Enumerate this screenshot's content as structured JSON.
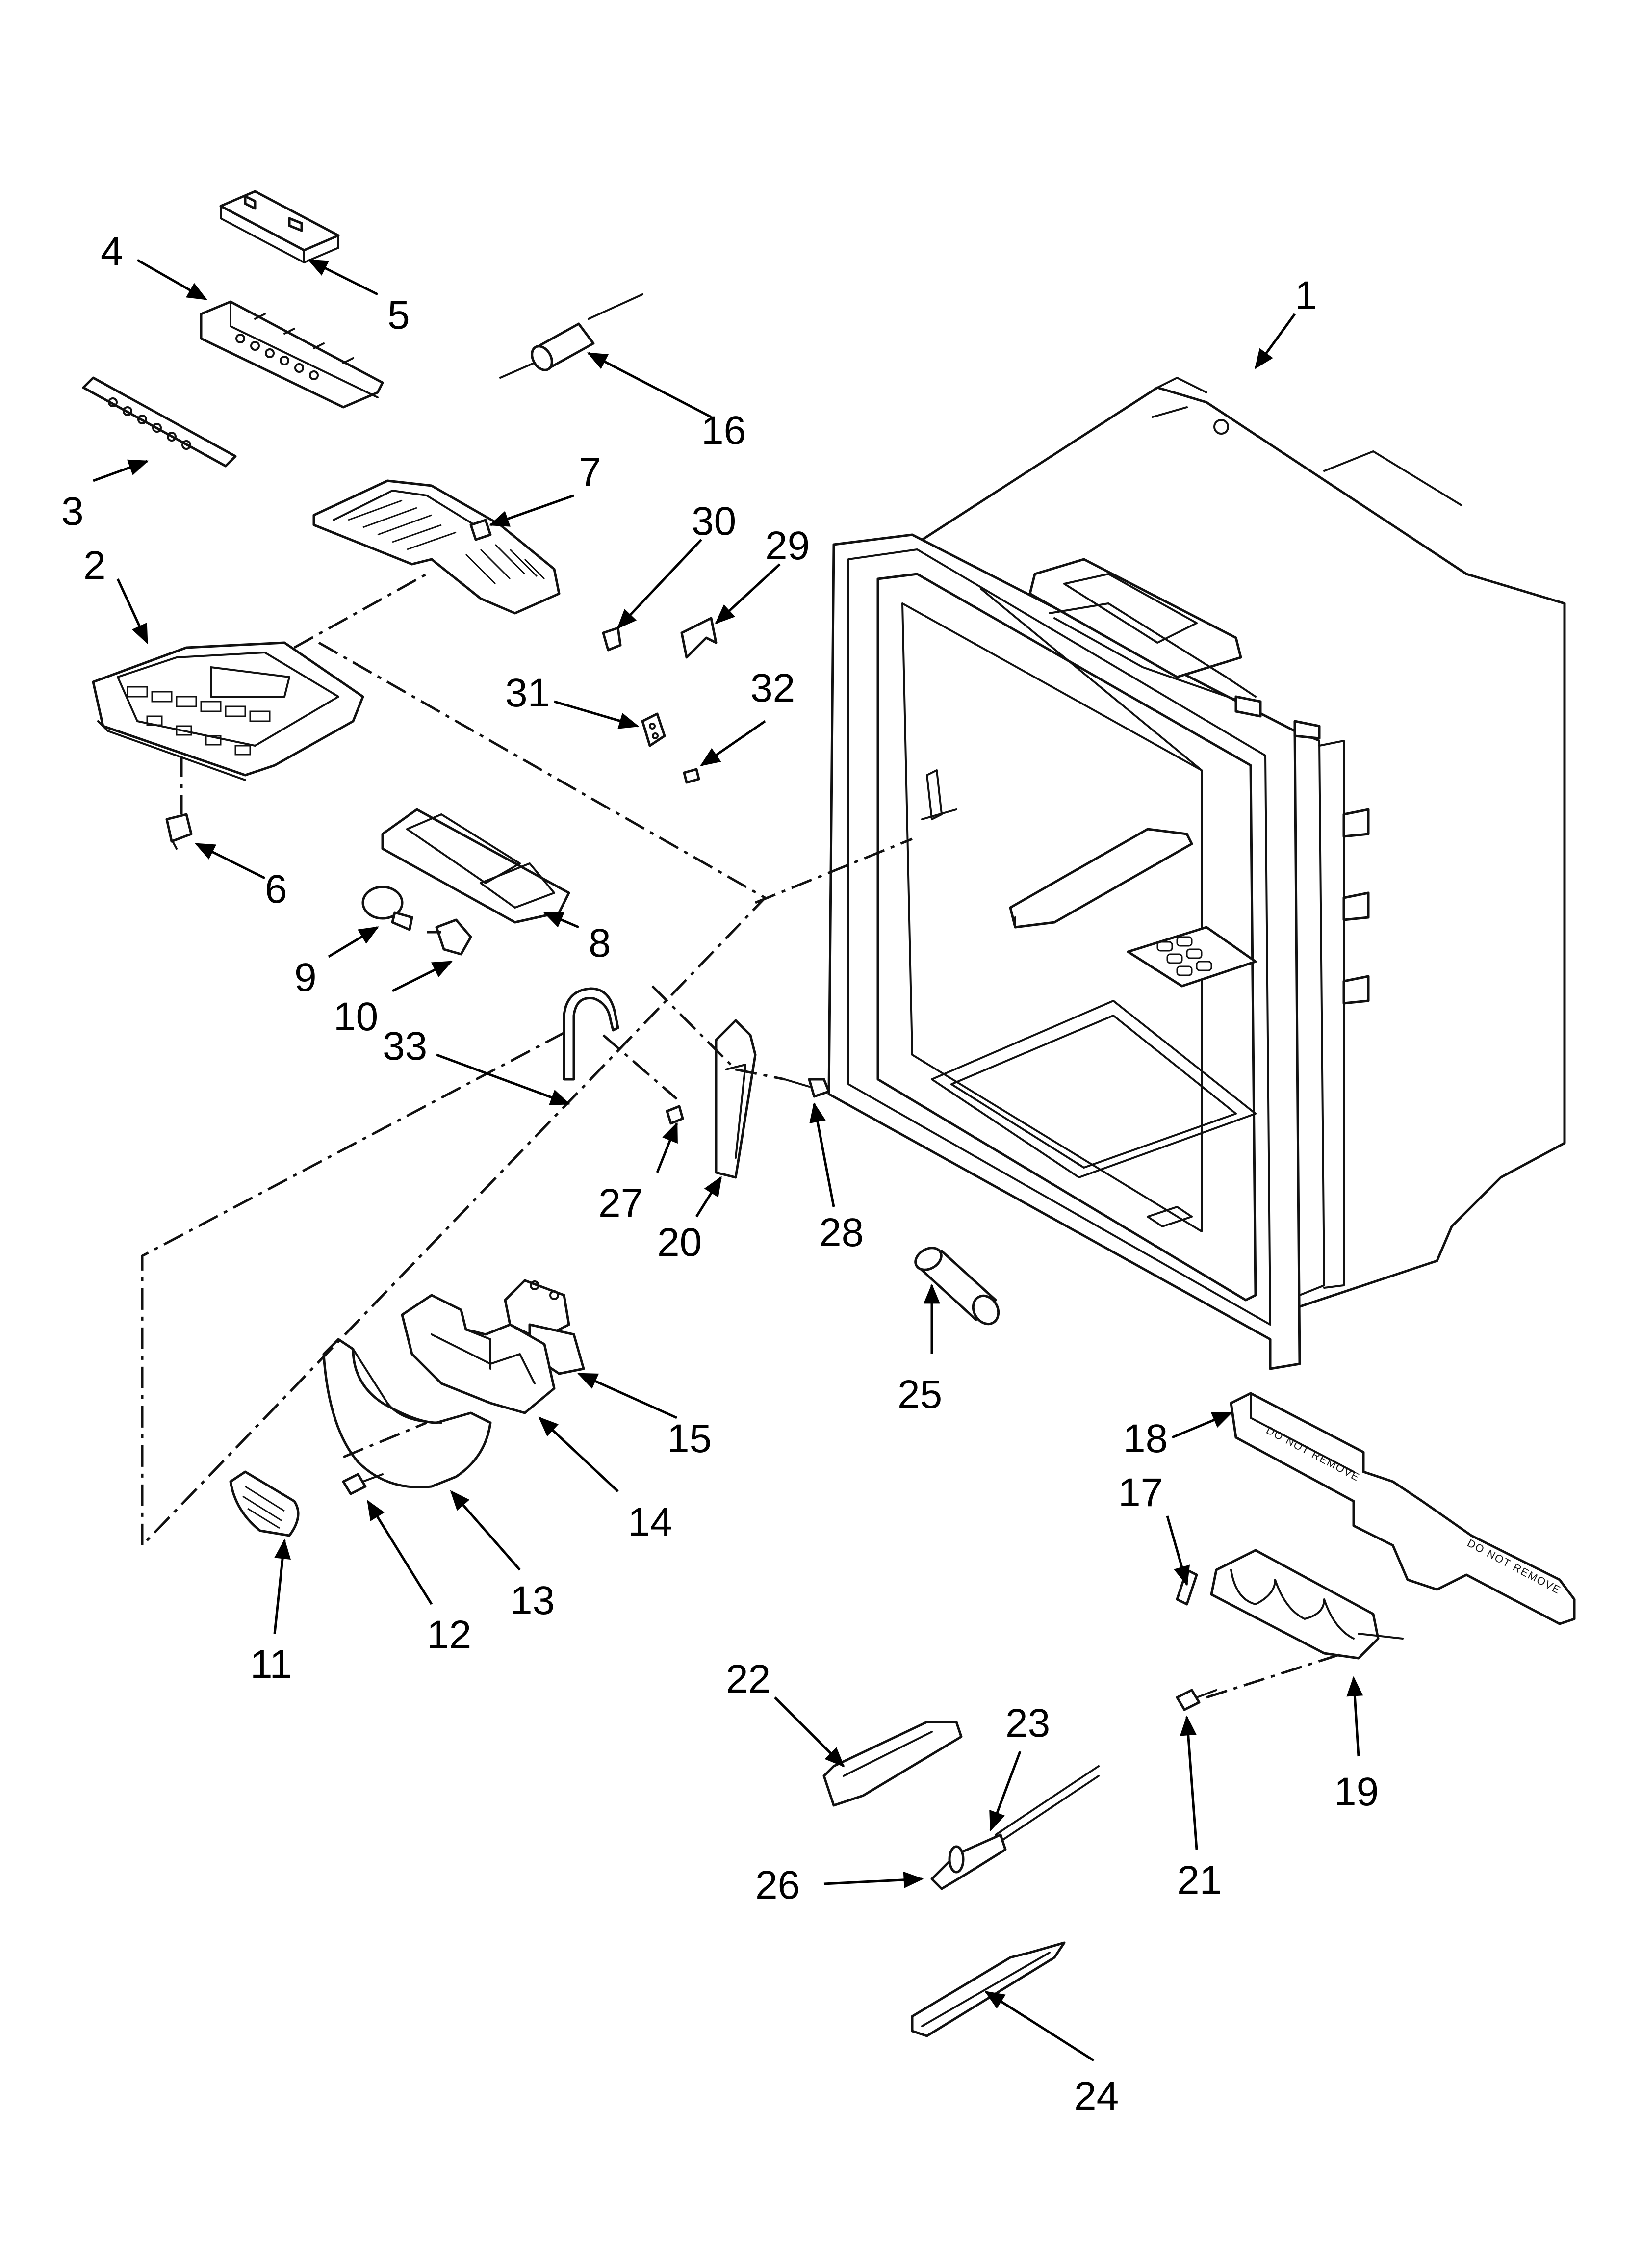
{
  "diagram": {
    "callouts": [
      {
        "id": "1",
        "label": "1"
      },
      {
        "id": "2",
        "label": "2"
      },
      {
        "id": "3",
        "label": "3"
      },
      {
        "id": "4",
        "label": "4"
      },
      {
        "id": "5",
        "label": "5"
      },
      {
        "id": "6",
        "label": "6"
      },
      {
        "id": "7",
        "label": "7"
      },
      {
        "id": "8",
        "label": "8"
      },
      {
        "id": "9",
        "label": "9"
      },
      {
        "id": "10",
        "label": "10"
      },
      {
        "id": "11",
        "label": "11"
      },
      {
        "id": "12",
        "label": "12"
      },
      {
        "id": "13",
        "label": "13"
      },
      {
        "id": "14",
        "label": "14"
      },
      {
        "id": "15",
        "label": "15"
      },
      {
        "id": "16",
        "label": "16"
      },
      {
        "id": "17",
        "label": "17"
      },
      {
        "id": "18",
        "label": "18"
      },
      {
        "id": "19",
        "label": "19"
      },
      {
        "id": "20",
        "label": "20"
      },
      {
        "id": "21",
        "label": "21"
      },
      {
        "id": "22",
        "label": "22"
      },
      {
        "id": "23",
        "label": "23"
      },
      {
        "id": "24",
        "label": "24"
      },
      {
        "id": "25",
        "label": "25"
      },
      {
        "id": "26",
        "label": "26"
      },
      {
        "id": "27",
        "label": "27"
      },
      {
        "id": "28",
        "label": "28"
      },
      {
        "id": "29",
        "label": "29"
      },
      {
        "id": "30",
        "label": "30"
      },
      {
        "id": "31",
        "label": "31"
      },
      {
        "id": "32",
        "label": "32"
      },
      {
        "id": "33",
        "label": "33"
      }
    ],
    "part18_stamp": "DO NOT REMOVE"
  }
}
